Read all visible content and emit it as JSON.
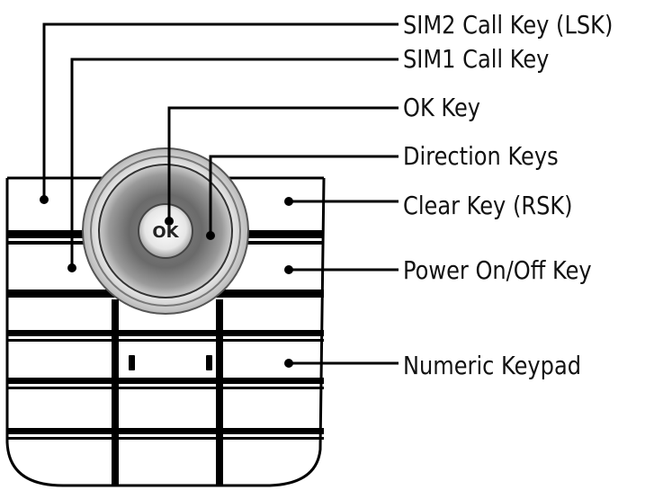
{
  "diagram": {
    "labels": {
      "sim2_call_key": "SIM2 Call Key (LSK)",
      "sim1_call_key": "SIM1 Call Key",
      "ok_key": "OK Key",
      "direction_keys": "Direction Keys",
      "clear_key": "Clear Key (RSK)",
      "power_key": "Power On/Off Key",
      "numeric_keypad": "Numeric Keypad"
    },
    "ok_button_text": "OK"
  }
}
